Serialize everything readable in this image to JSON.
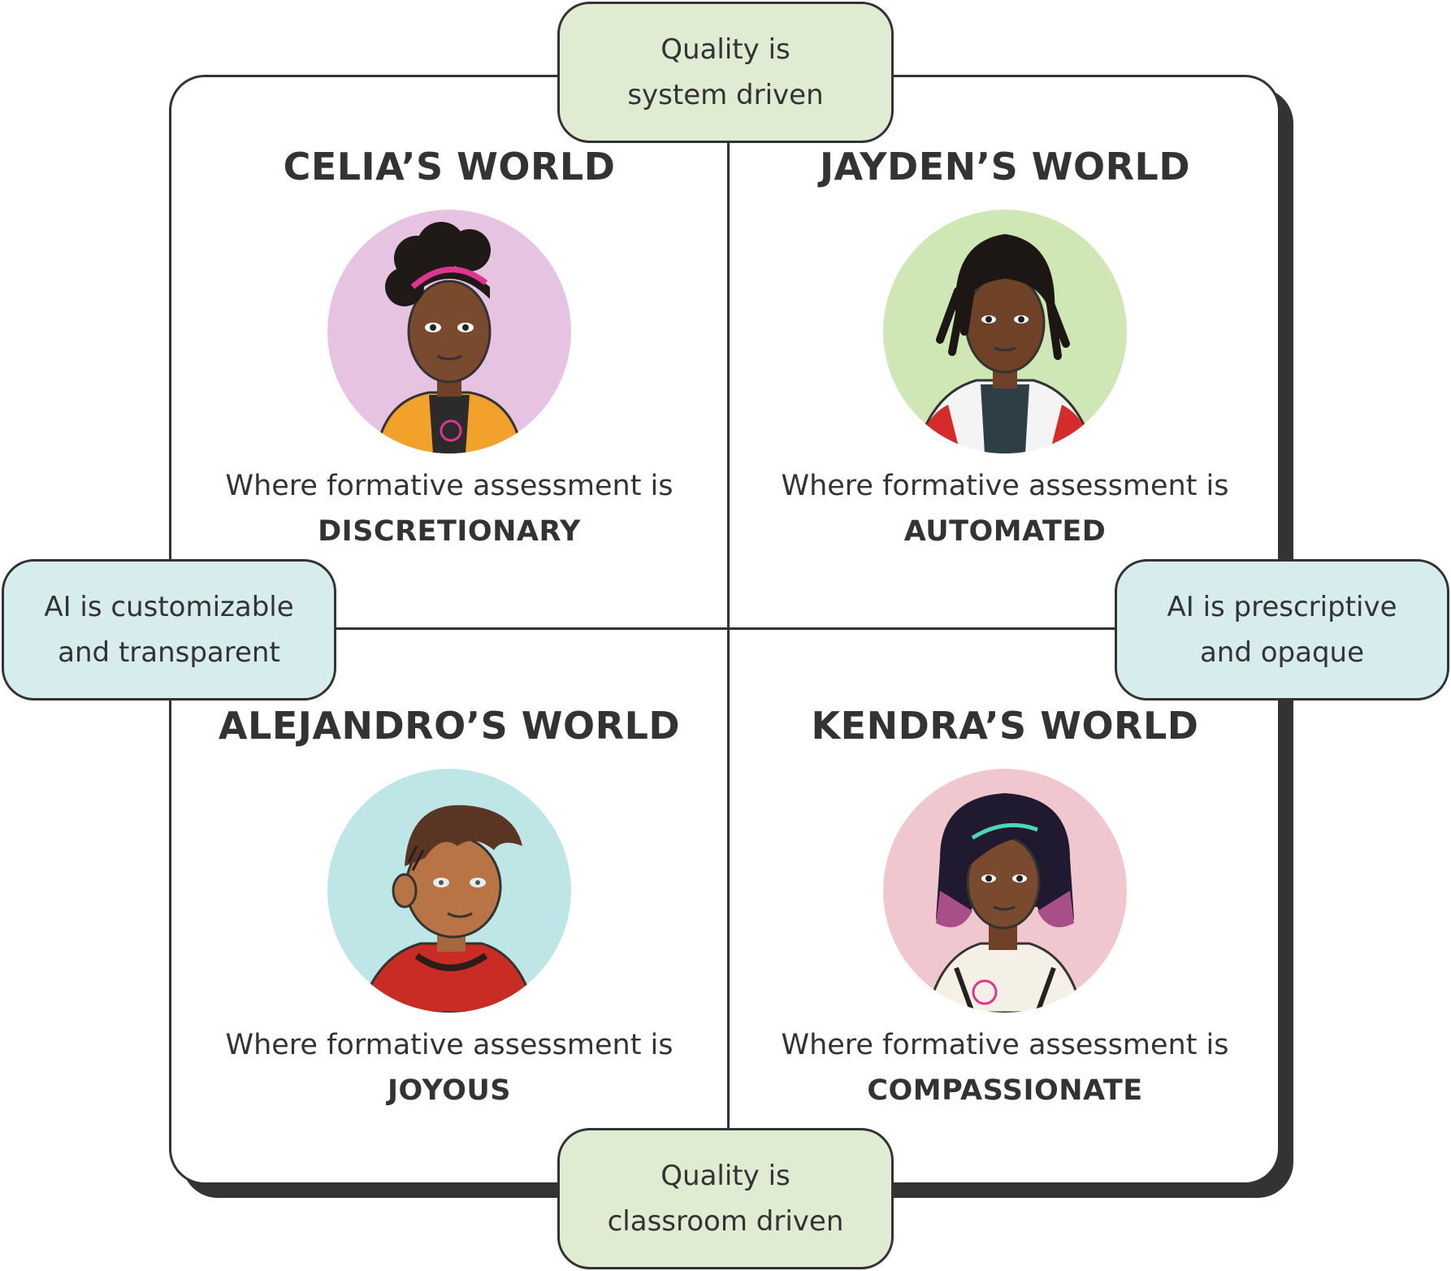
{
  "axes": {
    "top": {
      "line1": "Quality is",
      "line2": "system driven"
    },
    "bottom": {
      "line1": "Quality is",
      "line2": "classroom driven"
    },
    "left": {
      "line1": "AI is customizable",
      "line2": "and transparent"
    },
    "right": {
      "line1": "AI is prescriptive",
      "line2": "and opaque"
    }
  },
  "quadrants": [
    {
      "title": "CELIA’S WORLD",
      "subtitle": "Where formative assessment is",
      "value": "DISCRETIONARY",
      "avatar_bg": "#e7c3e2",
      "avatar_icon": "girl-curly-hair-portrait"
    },
    {
      "title": "JAYDEN’S WORLD",
      "subtitle": "Where formative assessment is",
      "value": "AUTOMATED",
      "avatar_bg": "#cfe7b4",
      "avatar_icon": "boy-dreadlocks-portrait"
    },
    {
      "title": "ALEJANDRO’S WORLD",
      "subtitle": "Where formative assessment is",
      "value": "JOYOUS",
      "avatar_bg": "#bfe6e6",
      "avatar_icon": "boy-side-cut-portrait"
    },
    {
      "title": "KENDRA’S WORLD",
      "subtitle": "Where formative assessment is",
      "value": "COMPASSIONATE",
      "avatar_bg": "#f0c7cf",
      "avatar_icon": "girl-bob-hair-portrait"
    }
  ],
  "colors": {
    "outline": "#333333",
    "pill_green": "#e0ecd2",
    "pill_blue": "#d7ecec",
    "skin": "#8a5433"
  }
}
